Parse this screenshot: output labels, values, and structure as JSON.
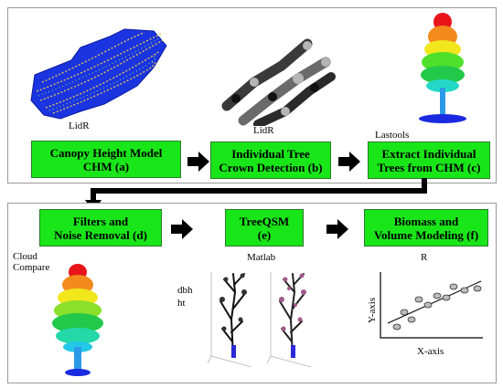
{
  "colors": {
    "step_fill": "#19e619",
    "panel_border": "#9a9a9a",
    "arrow": "#000000"
  },
  "top_row": {
    "tools": {
      "a": "LidR",
      "b": "LidR",
      "c": "Lastools"
    },
    "steps": {
      "a": {
        "line1": "Canopy Height Model",
        "line2": "CHM (a)"
      },
      "b": {
        "line1": "Individual Tree",
        "line2": "Crown Detection (b)"
      },
      "c": {
        "line1": "Extract Individual",
        "line2": "Trees from CHM (c)"
      }
    }
  },
  "bottom_row": {
    "tools": {
      "d_line1": "Cloud",
      "d_line2": "Compare",
      "e": "Matlab",
      "f": "R"
    },
    "steps": {
      "d": {
        "line1": "Filters and",
        "line2": "Noise Removal (d)"
      },
      "e": {
        "line1": "TreeQSM",
        "line2": "(e)"
      },
      "f": {
        "line1": "Biomass and",
        "line2": "Volume Modeling (f)"
      }
    },
    "qsm_labels": {
      "dbh": "dbh",
      "ht": "ht"
    },
    "axes": {
      "y": "Y-axis",
      "x": "X-axis"
    }
  },
  "icons": [
    "right-arrow-icon",
    "elbow-arrow-icon",
    "tree-point-cloud-icon",
    "chm-map-icon",
    "crown-segments-icon",
    "qsm-model-icon",
    "scatter-plot-icon"
  ]
}
